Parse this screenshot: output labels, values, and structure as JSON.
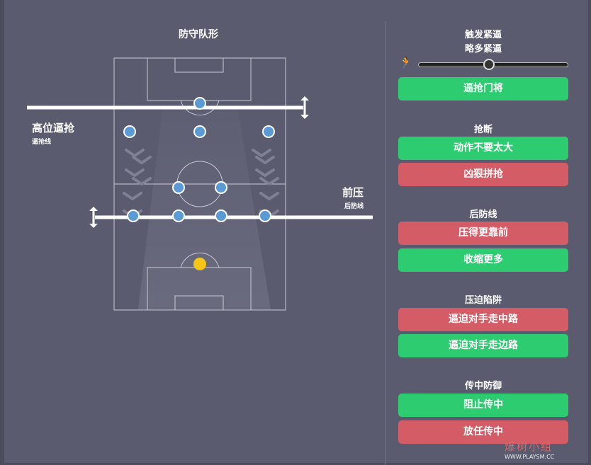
{
  "left_panel": {
    "title": "防守队形",
    "high_press": {
      "label": "高位逼抢",
      "sub": "逼抢线"
    },
    "front_press": {
      "label": "前压",
      "sub": "后防线"
    }
  },
  "right_panel": {
    "trigger": {
      "title": "触发紧逼",
      "value": "略多紧逼",
      "slider_level": 0.47,
      "button": "逼抢门将"
    },
    "tackle": {
      "title": "抢断",
      "options": [
        "动作不要太大",
        "凶狠拼抢"
      ]
    },
    "defensive_line": {
      "title": "后防线",
      "options": [
        "压得更靠前",
        "收缩更多"
      ]
    },
    "press_trap": {
      "title": "压迫陷阱",
      "options": [
        "逼迫对手走中路",
        "逼迫对手走边路"
      ]
    },
    "cross_defense": {
      "title": "传中防御",
      "options": [
        "阻止传中",
        "放任传中"
      ]
    }
  },
  "watermark": {
    "text": "爆树小组",
    "url": "WWW.PLAYSM.CC"
  },
  "colors": {
    "green": "#2ecc71",
    "red": "#d45c67",
    "player": "#5b9bd5",
    "goalkeeper": "#f5c518"
  }
}
